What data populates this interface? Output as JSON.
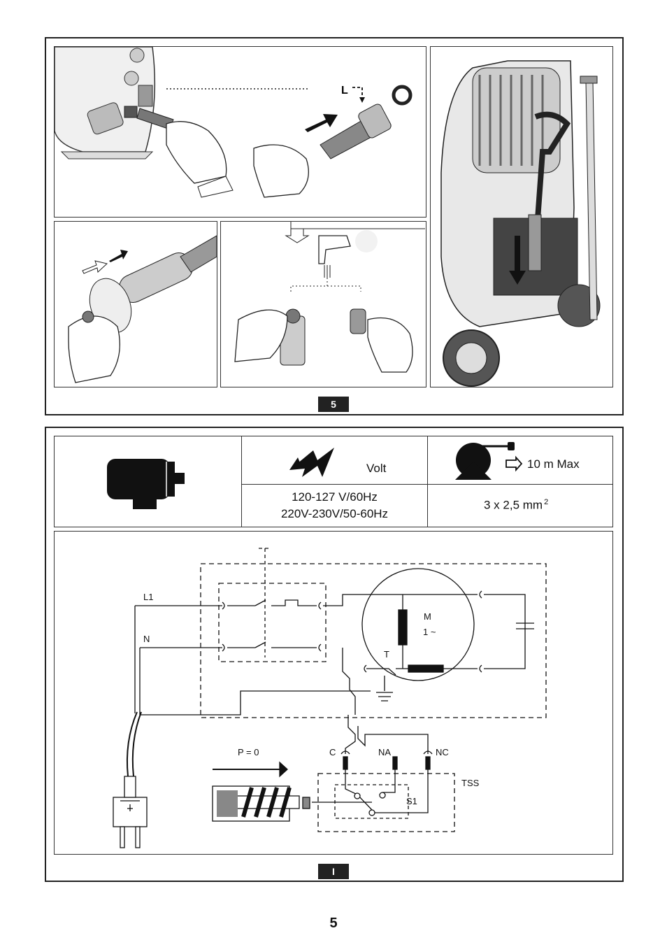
{
  "figure5": {
    "tab_label": "5",
    "label_l": "L"
  },
  "figureI": {
    "tab_label": "I",
    "volt_label": "Volt",
    "voltage_line1": "120-127 V/60Hz",
    "voltage_line2": "220V-230V/50-60Hz",
    "cable_max": "10 m Max",
    "cable_section": "3 x 2,5 mm",
    "cable_section_sup": "2",
    "wiring": {
      "l1": "L1",
      "n": "N",
      "m": "M",
      "m_phase": "1 ~",
      "t": "T",
      "p0": "P = 0",
      "c": "C",
      "na": "NA",
      "nc": "NC",
      "tss": "TSS",
      "s1": "S1"
    }
  },
  "page_number": "5"
}
